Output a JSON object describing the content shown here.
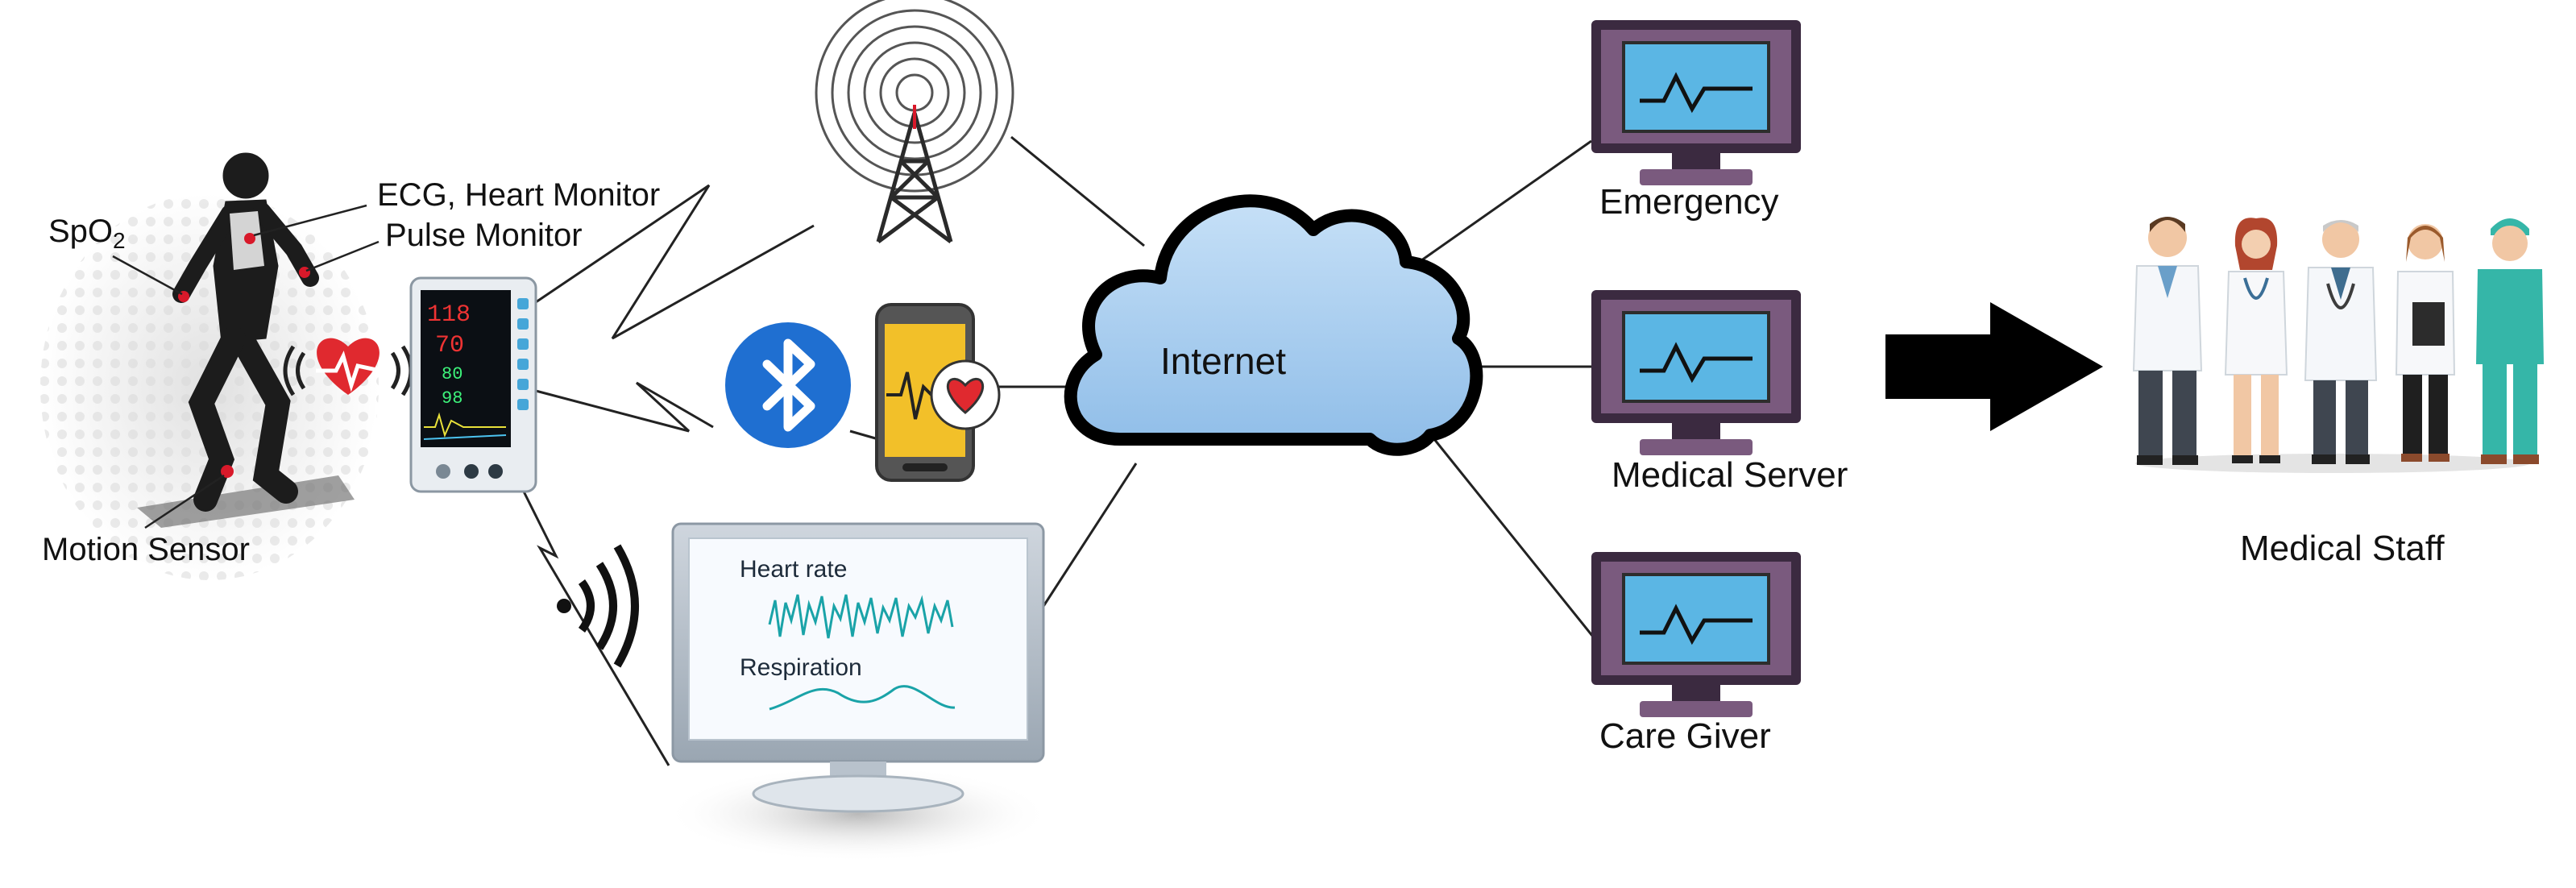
{
  "labels": {
    "spo2": "SpO",
    "spo2_sub": "2",
    "ecg": "ECG, Heart Monitor",
    "pulse": "Pulse Monitor",
    "motion": "Motion Sensor",
    "internet": "Internet",
    "emergency": "Emergency",
    "medical_server": "Medical Server",
    "care_giver": "Care Giver",
    "medical_staff": "Medical Staff"
  },
  "monitor_screen": {
    "heart_rate": "Heart rate",
    "respiration": "Respiration"
  },
  "colors": {
    "cloud_fill": "#a9cdef",
    "cloud_stroke": "#000000",
    "terminal_frame": "#7a5a7e",
    "terminal_screen": "#5bb6e4",
    "bluetooth": "#1f6fd1",
    "phone_body": "#f2c029",
    "heart": "#e0292f",
    "arrow": "#000000"
  },
  "icons": {
    "tower": "radio-tower-icon",
    "bluetooth": "bluetooth-icon",
    "phone": "smartphone-heart-icon",
    "wifi": "wireless-signal-icon",
    "heart": "heart-pulse-icon"
  }
}
